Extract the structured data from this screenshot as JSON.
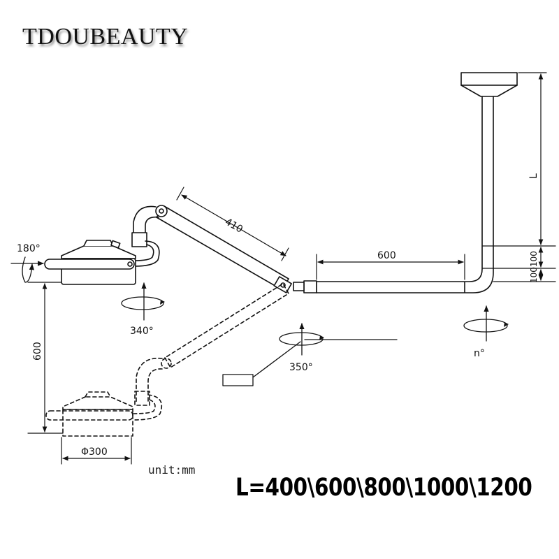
{
  "brand": "TDOUBEAUTY",
  "unit_note": "unit:mm",
  "formula": "L=400\\600\\800\\1000\\1200",
  "dimensions": {
    "arm_length": "410",
    "horizontal_arm": "600",
    "drop_height": "600",
    "ceiling_length": "L",
    "segment_a": "100",
    "segment_b": "100",
    "lamp_diameter": "Φ300"
  },
  "rotations": {
    "lamp_tilt": "180°",
    "lamp_spin": "340°",
    "joint_spin": "350°",
    "column_spin": "n°"
  },
  "colors": {
    "line": "#111111",
    "fill": "#ffffff"
  }
}
